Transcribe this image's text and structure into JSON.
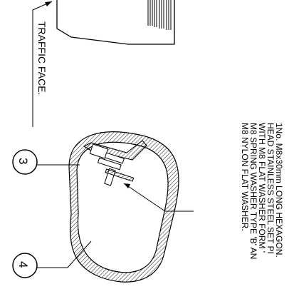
{
  "labels": {
    "traffic_face": "TRAFFIC FACE.",
    "callout_3": "3",
    "callout_4": "4"
  },
  "note_lines": [
    "1No. M8x30mm LONG HEXAGON.",
    "HEAD STAINLESS STEEL SET PI",
    "WITH M8 FLAT WASHER FORM '",
    "M8 SPRING WASHER TYPE 'B' AN",
    "M8 NYLON FLAT WASHER."
  ],
  "colors": {
    "line": "#000000",
    "background": "#ffffff"
  }
}
